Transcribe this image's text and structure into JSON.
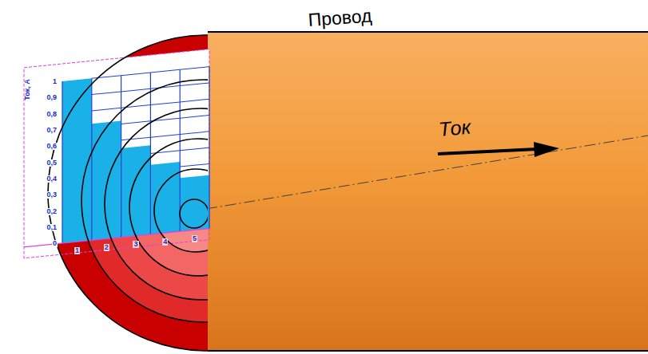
{
  "diagram": {
    "labels": [
      "Провод",
      "Ток",
      "Ток, А",
      "1",
      "0,9",
      "0,8",
      "0,7",
      "0,6",
      "0,5",
      "0,4",
      "0,3",
      "0,2",
      "0,1",
      "0",
      "1",
      "2",
      "3",
      "4",
      "5"
    ]
  }
}
